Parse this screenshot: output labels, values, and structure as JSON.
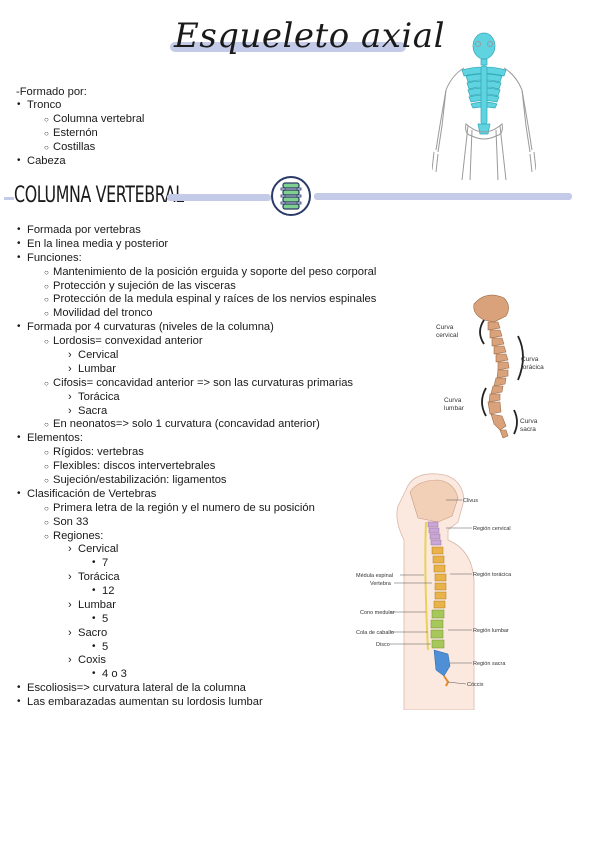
{
  "title": "Esqueleto axial",
  "intro": {
    "formado_por": "-Formado por:",
    "tronco": "Tronco",
    "tronco_items": [
      "Columna vertebral",
      "Esternón",
      "Costillas"
    ],
    "cabeza": "Cabeza"
  },
  "section": {
    "title": "COLUMNA VERTEBRAL"
  },
  "columna": {
    "formada": "Formada por vertebras",
    "linea": "En la linea media y posterior",
    "funciones": "Funciones:",
    "funciones_items": [
      "Mantenimiento de la posición erguida y soporte del peso corporal",
      "Protección y sujeción de las visceras",
      "Protección de la medula espinal y raíces de los nervios espinales",
      "Movilidad del tronco"
    ],
    "curvaturas": "Formada por 4 curvaturas (niveles de la columna)",
    "lordosis": "Lordosis= convexidad anterior",
    "lordosis_items": [
      "Cervical",
      "Lumbar"
    ],
    "cifosis": "Cifosis= concavidad anterior => son las curvaturas primarias",
    "cifosis_items": [
      "Torácica",
      "Sacra"
    ],
    "neonatos": "En neonatos=> solo 1 curvatura (concavidad anterior)",
    "elementos": "Elementos:",
    "elementos_items": [
      "Rígidos: vertebras",
      "Flexibles: discos intervertebrales",
      "Sujeción/estabilización: ligamentos"
    ],
    "clasificacion": "Clasificación de Vertebras",
    "clasificacion_items": [
      "Primera letra de la región y el numero de su posición",
      "Son 33",
      "Regiones:"
    ],
    "regiones": [
      {
        "name": "Cervical",
        "count": "7"
      },
      {
        "name": "Torácica",
        "count": "12"
      },
      {
        "name": "Lumbar",
        "count": "5"
      },
      {
        "name": "Sacro",
        "count": "5"
      },
      {
        "name": "Coxis",
        "count": "4 o 3"
      }
    ],
    "escoliosis": "Escoliosis=> curvatura lateral de la columna",
    "embarazadas": "Las embarazadas aumentan su lordosis lumbar"
  },
  "figure1": {
    "curva_cervical": [
      "Curva",
      "cervical"
    ],
    "curva_toracica": [
      "Curva",
      "torácica"
    ],
    "curva_lumbar": [
      "Curva",
      "lumbar"
    ],
    "curva_sacra": [
      "Curva",
      "sacra"
    ]
  },
  "figure2": {
    "clivus": "Clivus",
    "region_cervical": "Región cervical",
    "region_toracica": "Región torácica",
    "region_lumbar": "Región lumbar",
    "region_sacra": "Región sacra",
    "coccix": "Cóccix",
    "medula": "Médula espinal",
    "vertebra": "Vertebra",
    "cono": "Cono medular",
    "cola": "Cola de caballo",
    "disco": "Disco"
  },
  "colors": {
    "highlight_bar": "#c4cbe8",
    "skeleton_highlight": "#5fd3e0",
    "spine_cervical": "#c9a6d6",
    "spine_thoracic": "#e9b24a",
    "spine_lumbar": "#a6c85a",
    "spine_sacral": "#4f8fd6"
  }
}
